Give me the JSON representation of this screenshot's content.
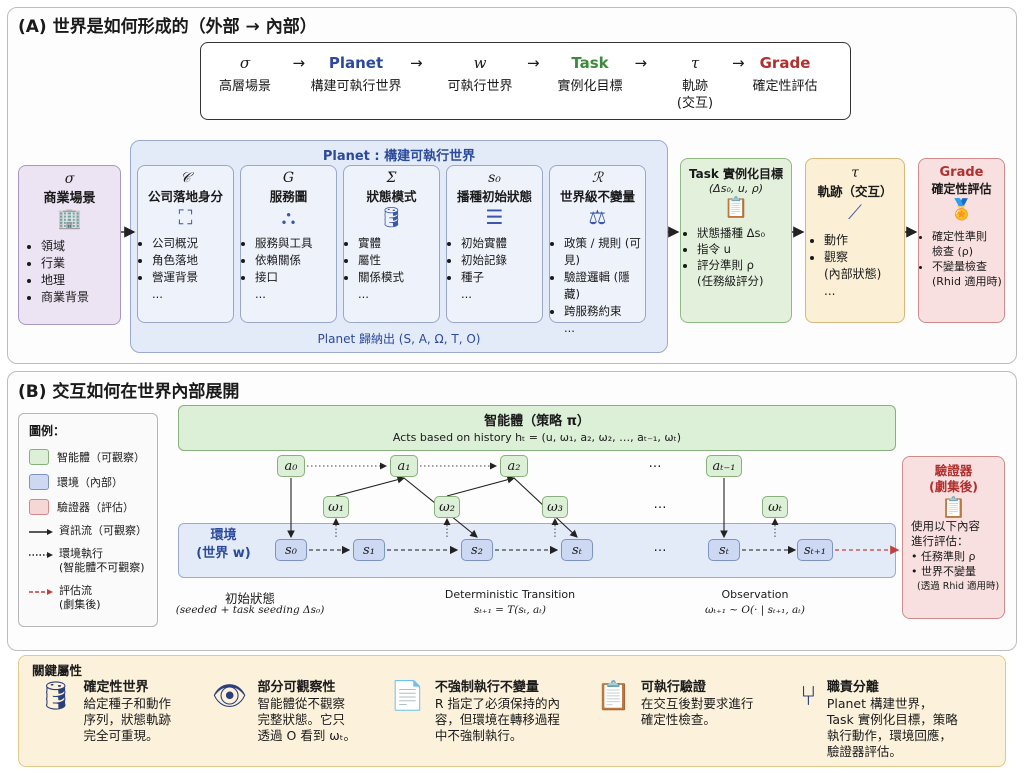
{
  "sectionA": {
    "title": "(A) 世界是如何形成的（外部 → 內部）",
    "pipeline": [
      {
        "top": "σ",
        "bottom": "高層場景",
        "color": "#1a1a1a"
      },
      {
        "top": "Planet",
        "bottom": "構建可執行世界",
        "color": "#2b4a9b"
      },
      {
        "top": "w",
        "bottom": "可執行世界",
        "color": "#1a1a1a"
      },
      {
        "top": "Task",
        "bottom": "實例化目標",
        "color": "#3d8a3d"
      },
      {
        "top": "τ",
        "bottom": "軌跡\n(交互)",
        "color": "#1a1a1a"
      },
      {
        "top": "Grade",
        "bottom": "確定性評估",
        "color": "#b03030"
      }
    ],
    "arrow": "→",
    "scene": {
      "sym": "σ",
      "title": "商業場景",
      "icon": "building-icon",
      "items": [
        "領域",
        "行業",
        "地理",
        "商業背景"
      ]
    },
    "planet": {
      "heading": "Planet : 構建可執行世界",
      "footer": "Planet 歸納出 (S, A, Ω, T, O)",
      "cards": [
        {
          "sym": "𝒞",
          "title": "公司落地身分",
          "icon": "org-chart-icon",
          "items": [
            "公司概況",
            "角色落地",
            "營運背景",
            "..."
          ]
        },
        {
          "sym": "G",
          "title": "服務圖",
          "icon": "network-icon",
          "items": [
            "服務與工具",
            "依賴關係",
            "接口",
            "..."
          ]
        },
        {
          "sym": "Σ",
          "title": "狀態模式",
          "icon": "database-icon",
          "items": [
            "實體",
            "屬性",
            "關係模式",
            "..."
          ]
        },
        {
          "sym": "s₀",
          "title": "播種初始狀態",
          "icon": "stack-icon",
          "items": [
            "初始實體",
            "初始記錄",
            "種子",
            "..."
          ]
        },
        {
          "sym": "ℛ",
          "title": "世界級不變量",
          "icon": "rules-icon",
          "items": [
            "政策 / 規則 (可見)",
            "驗證邏輯 (隱藏)",
            "跨服務約束",
            "..."
          ]
        }
      ]
    },
    "task": {
      "title": "Task 實例化目標",
      "sub": "(Δs₀, u, ρ)",
      "icon": "clipboard-icon",
      "items": [
        "狀態播種 Δs₀",
        "指令 u",
        "評分準則 ρ\n(任務級評分)"
      ]
    },
    "traj": {
      "sym": "τ",
      "title": "軌跡（交互）",
      "icon": "path-icon",
      "items": [
        "動作",
        "觀察\n(內部狀態)",
        "..."
      ]
    },
    "grade": {
      "title": "Grade",
      "sub": "確定性評估",
      "icon": "medal-icon",
      "items": [
        "確定性準則\n檢查 (ρ)",
        "不變量檢查\n(Rhid 適用時)"
      ]
    }
  },
  "sectionB": {
    "title": "(B) 交互如何在世界內部展開",
    "legend": {
      "heading": "圖例：",
      "items": [
        {
          "label": "智能體（可觀察）",
          "color": "#dcefd7",
          "border": "#89b07c"
        },
        {
          "label": "環境（內部）",
          "color": "#cdd9f3",
          "border": "#7f93c2"
        },
        {
          "label": "驗證器（評估）",
          "color": "#f7d6d6",
          "border": "#d08a8a"
        }
      ],
      "lines": [
        {
          "label": "資訊流（可觀察）",
          "style": "solid",
          "color": "#222222"
        },
        {
          "label": "環境執行\n(智能體不可觀察)",
          "style": "dotted",
          "color": "#222222"
        },
        {
          "label": "評估流\n(劇集後)",
          "style": "dashed",
          "color": "#c04040"
        }
      ]
    },
    "agent": {
      "title": "智能體（策略 π）",
      "sub": "Acts based on history hₜ = (u, ω₁, a₂, ω₂, …, aₜ₋₁, ωₜ)"
    },
    "actions": [
      "a₀",
      "a₁",
      "a₂",
      "…",
      "aₜ₋₁"
    ],
    "observations": [
      "ω₁",
      "ω₂",
      "ω₃",
      "…",
      "ωₜ"
    ],
    "env": {
      "title": "環境\n(世界 w)"
    },
    "states": [
      "s₀",
      "s₁",
      "s₂",
      "sₜ",
      "…",
      "sₜ",
      "sₜ₊₁"
    ],
    "notes": [
      {
        "top": "初始狀態",
        "bottom": "(seeded + task seeding Δs₀)"
      },
      {
        "top": "Deterministic Transition",
        "bottom": "sₜ₊₁ = T(sₜ, aₜ)"
      },
      {
        "top": "Observation",
        "bottom": "ωₜ₊₁ ~ O(· | sₜ₊₁, aₜ)"
      }
    ],
    "verifier": {
      "title": "驗證器\n(劇集後)",
      "icon": "clipboard-icon",
      "intro": "使用以下內容\n進行評估：",
      "items": [
        "• 任務準則 ρ",
        "• 世界不變量",
        "(透過 Rhid 適用時)"
      ]
    }
  },
  "props": {
    "heading": "關鍵屬性",
    "items": [
      {
        "icon": "database-icon",
        "title": "確定性世界",
        "body": "給定種子和動作\n序列，狀態軌跡\n完全可重現。"
      },
      {
        "icon": "eye-slash-icon",
        "title": "部分可觀察性",
        "body": "智能體從不觀察\n完整狀態。它只\n透過 O 看到 ωₜ。"
      },
      {
        "icon": "shield-doc-icon",
        "title": "不強制執行不變量",
        "body": "R 指定了必須保持的內\n容，但環境在轉移過程\n中不強制執行。"
      },
      {
        "icon": "checklist-icon",
        "title": "可執行驗證",
        "body": "在交互後對要求進行\n確定性檢查。"
      },
      {
        "icon": "split-icon",
        "title": "職責分離",
        "body": "Planet 構建世界，\nTask 實例化目標，策略\n執行動作，環境回應，\n驗證器評估。"
      }
    ]
  }
}
